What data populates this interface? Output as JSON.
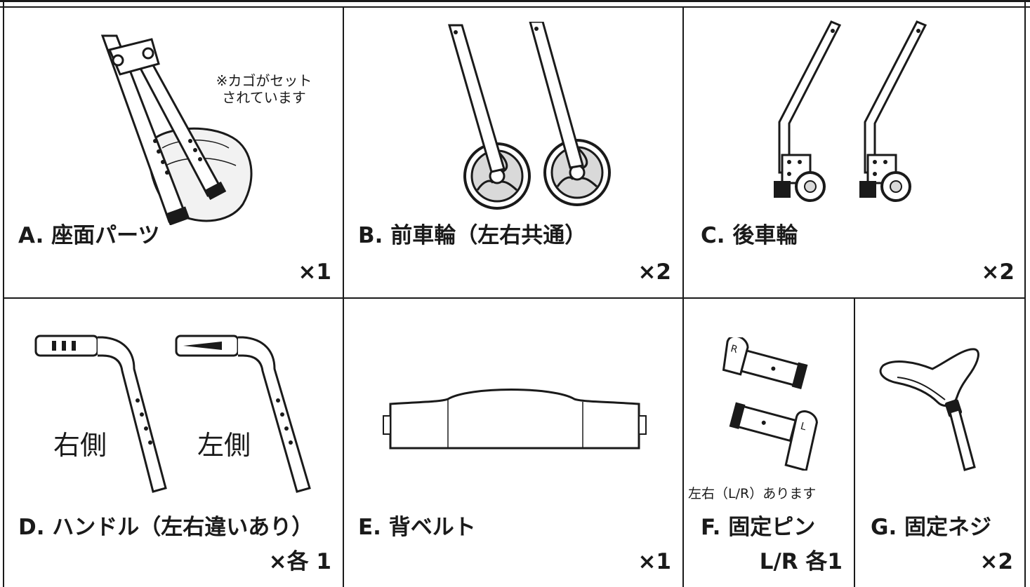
{
  "parts": [
    {
      "id": "A",
      "name": "A. 座面パーツ",
      "qty": "×1",
      "note_lines": [
        "※カゴがセット",
        "されています"
      ]
    },
    {
      "id": "B",
      "name": "B. 前車輪（左右共通）",
      "qty": "×2"
    },
    {
      "id": "C",
      "name": "C. 後車輪",
      "qty": "×2"
    },
    {
      "id": "D",
      "name": "D. ハンドル（左右違いあり）",
      "qty": "×各 1",
      "side_labels": [
        "右側",
        "左側"
      ]
    },
    {
      "id": "E",
      "name": "E. 背ベルト",
      "qty": "×1"
    },
    {
      "id": "F",
      "name": "F. 固定ピン",
      "qty": "L/R 各1",
      "note": "左右（L/R）あります",
      "pin_marks": [
        "R",
        "L"
      ]
    },
    {
      "id": "G",
      "name": "G. 固定ネジ",
      "qty": "×2"
    }
  ],
  "colors": {
    "line": "#1a1a1a",
    "fill_light": "#f2f2f2",
    "fill_mid": "#d9d9d9",
    "background": "#ffffff"
  }
}
